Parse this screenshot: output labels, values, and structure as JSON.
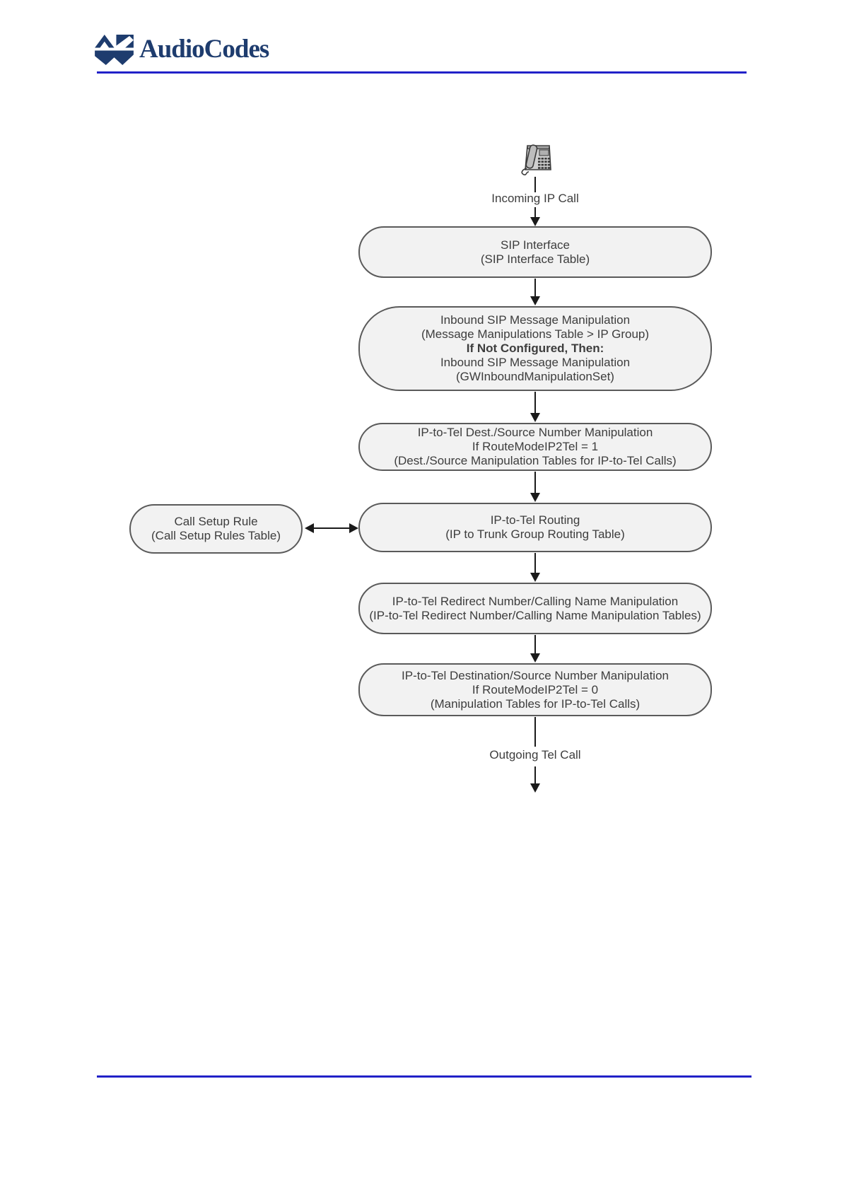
{
  "header": {
    "logo_text": "AudioCodes",
    "brand_color": "#1e3c6e",
    "rule_color": "#2121c8"
  },
  "flow": {
    "incoming_label": "Incoming IP Call",
    "outgoing_label": "Outgoing Tel Call",
    "colors": {
      "box_fill": "#f2f2f2",
      "box_border": "#5a5a5a",
      "text": "#3d3d3d",
      "arrow": "#1a1a1a"
    },
    "boxes": {
      "sip_interface": {
        "lines": [
          "SIP Interface",
          "(SIP Interface Table)"
        ]
      },
      "inbound_sip_message_manipulation": {
        "lines": [
          "Inbound SIP Message Manipulation",
          "(Message Manipulations Table > IP Group)",
          "If Not Configured, Then:",
          "Inbound SIP Message Manipulation",
          "(GWInboundManipulationSet)"
        ],
        "bold_line_index": 2
      },
      "ip_to_tel_dest_source_manipulation_route1": {
        "lines": [
          "IP-to-Tel Dest./Source Number Manipulation",
          "If RouteModeIP2Tel = 1",
          "(Dest./Source Manipulation Tables for IP-to-Tel Calls)"
        ]
      },
      "call_setup_rule": {
        "lines": [
          "Call Setup Rule",
          "(Call Setup Rules Table)"
        ]
      },
      "ip_to_tel_routing": {
        "lines": [
          "IP-to-Tel Routing",
          "(IP to Trunk Group Routing Table)"
        ]
      },
      "ip_to_tel_redirect_calling_name_manipulation": {
        "lines": [
          "IP-to-Tel Redirect Number/Calling Name Manipulation",
          "(IP-to-Tel Redirect Number/Calling Name Manipulation Tables)"
        ]
      },
      "ip_to_tel_dest_source_manipulation_route0": {
        "lines": [
          "IP-to-Tel Destination/Source Number Manipulation",
          "If RouteModeIP2Tel = 0",
          "(Manipulation Tables for IP-to-Tel Calls)"
        ]
      }
    }
  }
}
